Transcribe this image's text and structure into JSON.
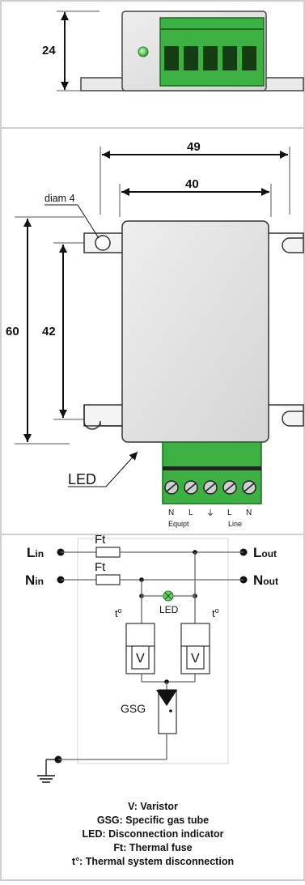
{
  "section1": {
    "height_label": "24"
  },
  "section2": {
    "width_outer": "49",
    "width_inner": "40",
    "hole_label": "diam 4",
    "height_total": "60",
    "height_holes": "42",
    "led_label": "LED",
    "terminals": [
      "N",
      "L",
      "⏚",
      "L",
      "N"
    ],
    "group_equipt": "Equipt",
    "group_line": "Line"
  },
  "section3": {
    "l_in": "L",
    "l_in_sub": "in",
    "n_in": "N",
    "n_in_sub": "in",
    "l_out": "L",
    "l_out_sub": "out",
    "n_out": "N",
    "n_out_sub": "out",
    "ft1": "Ft",
    "ft2": "Ft",
    "led": "LED",
    "t_left": "to",
    "t_right": "to",
    "v_left": "V",
    "v_right": "V",
    "gsg": "GSG",
    "legend": [
      "V: Varistor",
      "GSG: Specific gas tube",
      "LED: Disconnection indicator",
      "Ft: Thermal fuse",
      "t°: Thermal system disconnection"
    ]
  },
  "colors": {
    "connector_green": "#3cb043",
    "connector_dark": "#1e6b1e",
    "led_green": "#5fd35f",
    "body_gray": "#e2e2e2"
  }
}
